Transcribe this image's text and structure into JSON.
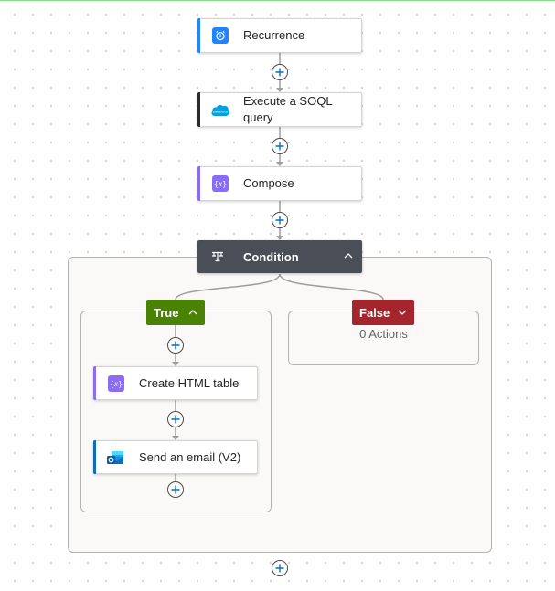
{
  "steps": {
    "recurrence": {
      "title": "Recurrence",
      "icon": "alarm-clock-icon",
      "color": "#1f85ff"
    },
    "soql": {
      "title_line1": "Execute a SOQL",
      "title_line2": "query",
      "icon": "salesforce-cloud-icon",
      "color": "#2b2b2b",
      "icon_color": "#00a1e0"
    },
    "compose": {
      "title": "Compose",
      "icon": "compose-braces-icon",
      "color": "#8a6cf7"
    }
  },
  "condition": {
    "title": "Condition",
    "icon": "condition-icon",
    "header_color": "#4a4f57",
    "true_branch": {
      "label": "True",
      "color": "#498205",
      "actions": [
        {
          "title": "Create HTML table",
          "icon": "data-operation-braces-icon",
          "color": "#8a6cf7"
        },
        {
          "title": "Send an email (V2)",
          "icon": "outlook-mail-icon",
          "color": "#0f6cbd"
        }
      ]
    },
    "false_branch": {
      "label": "False",
      "color": "#a4262c",
      "empty_text": "0 Actions"
    }
  }
}
